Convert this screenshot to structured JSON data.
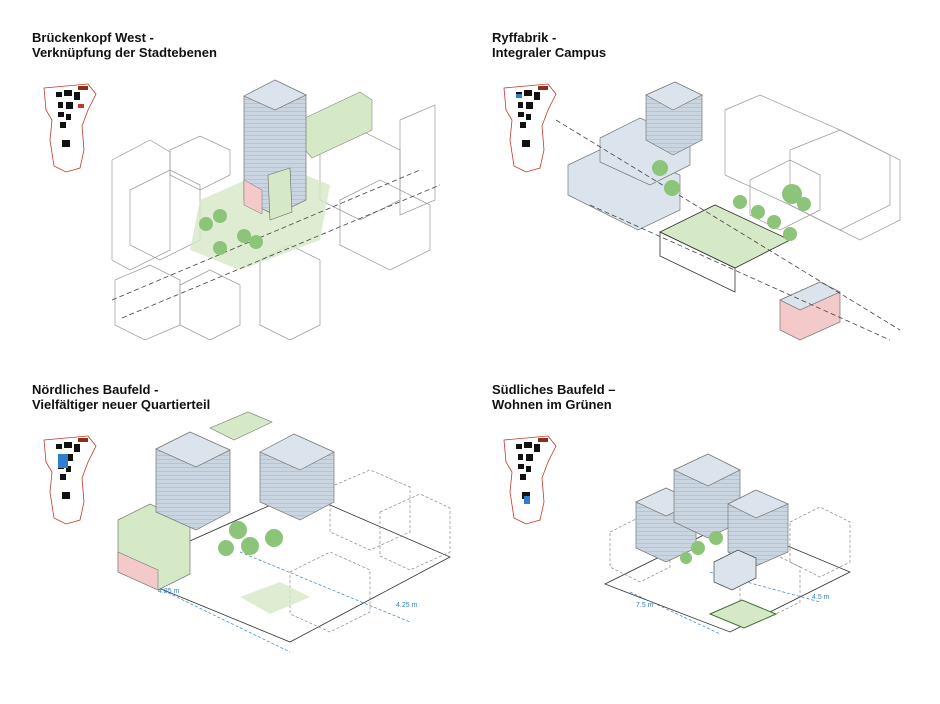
{
  "panels": [
    {
      "title_line1": "Brückenkopf West -",
      "title_line2": "Verknüpfung der Stadtebenen"
    },
    {
      "title_line1": "Ryffabrik -",
      "title_line2": "Integraler Campus"
    },
    {
      "title_line1": "Nördliches Baufeld -",
      "title_line2": "Vielfältiger neuer Quartierteil"
    },
    {
      "title_line1": "Südliches Baufeld –",
      "title_line2": "Wohnen im Grünen"
    }
  ],
  "dimensions": {
    "p3_left": "4.25 m",
    "p3_right": "4.25 m",
    "p4_left": "7.5 m",
    "p4_right": "4.5 m"
  },
  "colors": {
    "building_blue": "#c9d5e1",
    "green_space": "#d6e9c6",
    "tree": "#8cc47a",
    "pink_base": "#f3c9c9",
    "highlight_blue": "#2f7fd0"
  }
}
